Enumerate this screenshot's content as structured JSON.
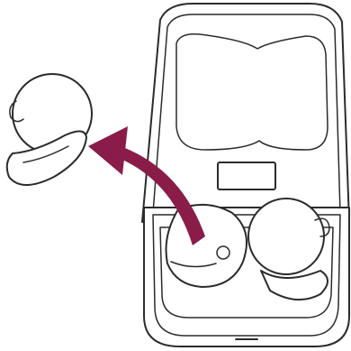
{
  "figure": {
    "accent_color": "#8a1c4a",
    "line_color": "#2b2b2b",
    "background_color": "#ffffff",
    "parts": [
      "charging-case",
      "case-lid",
      "left-earbud-in-case",
      "right-earbud-removed",
      "removal-arrow"
    ]
  }
}
